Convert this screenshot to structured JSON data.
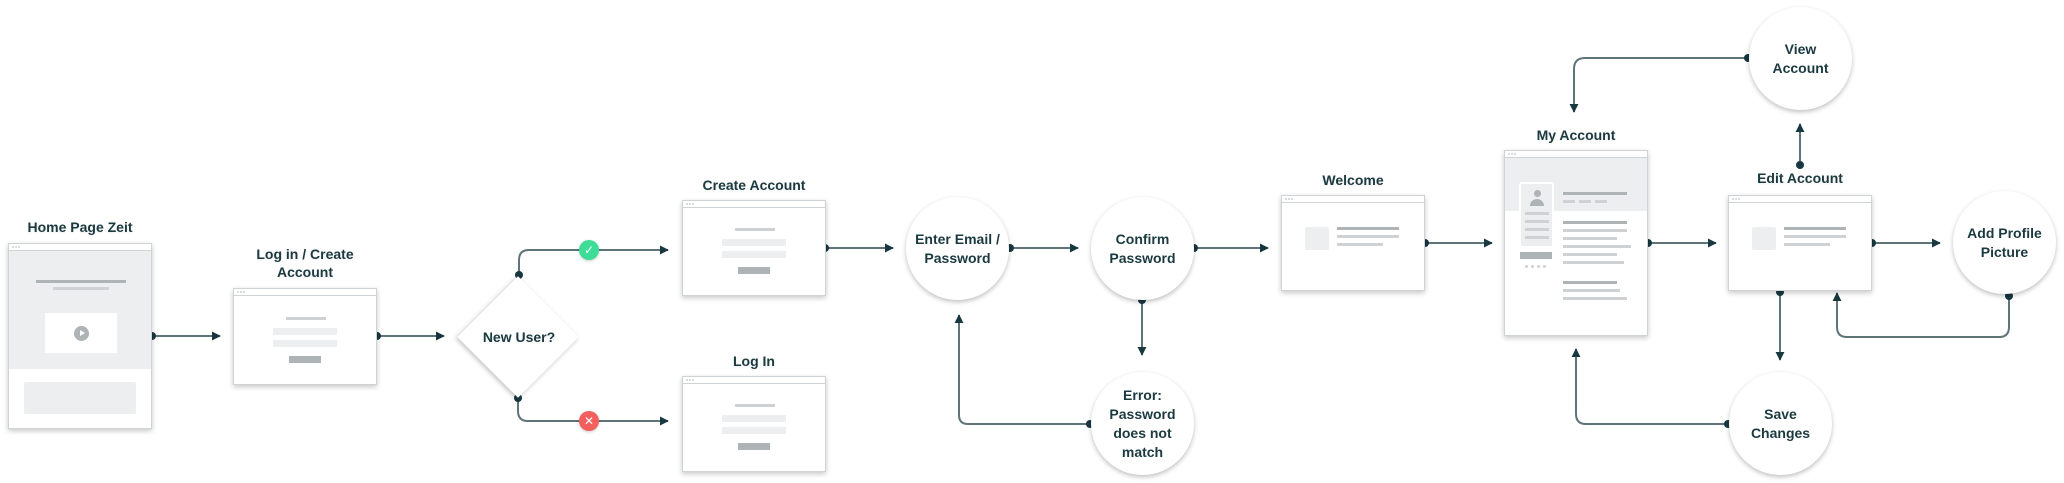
{
  "diagram": {
    "title": "User account flow",
    "colors": {
      "connector": "#5f7478",
      "node_dot": "#183840",
      "label_text": "#1b3a40",
      "yes_badge": "#3ddc97",
      "no_badge": "#f25f5c",
      "wire_light": "#eceeef",
      "wire_mid": "#cfd2d4",
      "wire_dark": "#aeb3b5"
    },
    "screens": {
      "home": {
        "label": "Home Page Zeit",
        "icon": "play-icon"
      },
      "login_create": {
        "label": "Log in / Create\nAccount"
      },
      "create_account": {
        "label": "Create Account"
      },
      "log_in": {
        "label": "Log In"
      },
      "welcome": {
        "label": "Welcome"
      },
      "my_account": {
        "label": "My Account",
        "icon": "user-icon"
      },
      "edit_account": {
        "label": "Edit Account"
      }
    },
    "decision": {
      "label": "New User?",
      "yes_icon": "check-icon",
      "no_icon": "x-icon",
      "yes_glyph": "✓",
      "no_glyph": "✕"
    },
    "actions": {
      "enter_email": {
        "label": "Enter Email /\nPassword"
      },
      "confirm_password": {
        "label": "Confirm\nPassword"
      },
      "error": {
        "label": "Error:\nPassword\ndoes not\nmatch"
      },
      "view_account": {
        "label": "View\nAccount"
      },
      "add_picture": {
        "label": "Add Profile\nPicture"
      },
      "save_changes": {
        "label": "Save\nChanges"
      }
    },
    "edges": [
      {
        "from": "Home Page Zeit",
        "to": "Log in / Create Account"
      },
      {
        "from": "Log in / Create Account",
        "to": "New User?"
      },
      {
        "from": "New User?",
        "to": "Create Account",
        "condition": "yes"
      },
      {
        "from": "New User?",
        "to": "Log In",
        "condition": "no"
      },
      {
        "from": "Create Account",
        "to": "Enter Email / Password"
      },
      {
        "from": "Enter Email / Password",
        "to": "Confirm Password"
      },
      {
        "from": "Confirm Password",
        "to": "Welcome"
      },
      {
        "from": "Confirm Password",
        "to": "Error: Password does not match"
      },
      {
        "from": "Error: Password does not match",
        "to": "Enter Email / Password"
      },
      {
        "from": "Welcome",
        "to": "My Account"
      },
      {
        "from": "My Account",
        "to": "Edit Account"
      },
      {
        "from": "Edit Account",
        "to": "View Account"
      },
      {
        "from": "View Account",
        "to": "My Account"
      },
      {
        "from": "Edit Account",
        "to": "Add Profile Picture"
      },
      {
        "from": "Add Profile Picture",
        "to": "Edit Account"
      },
      {
        "from": "Edit Account",
        "to": "Save Changes"
      },
      {
        "from": "Save Changes",
        "to": "My Account"
      }
    ]
  }
}
